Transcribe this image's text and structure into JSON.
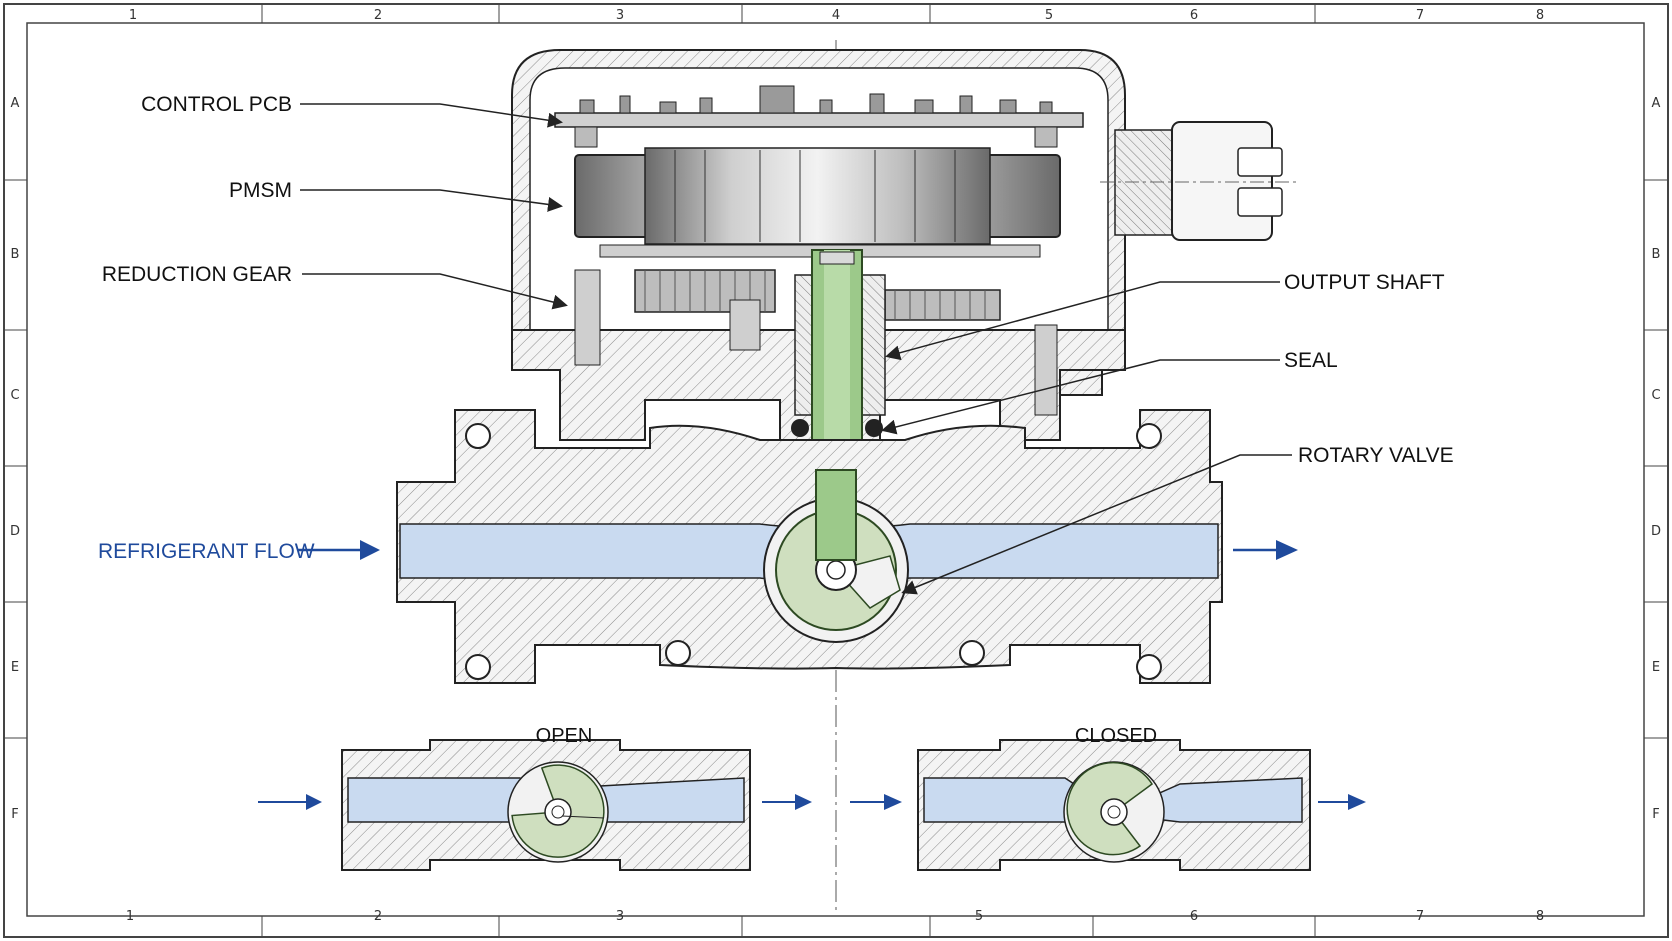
{
  "border": {
    "columns_top": [
      "1",
      "2",
      "3",
      "4",
      "5",
      "6",
      "7",
      "8"
    ],
    "columns_bottom": [
      "1",
      "2",
      "3",
      "",
      "5",
      "6",
      "7",
      "8"
    ],
    "rows": [
      "A",
      "B",
      "C",
      "D",
      "E",
      "F"
    ]
  },
  "labels": {
    "control_pcb": "CONTROL PCB",
    "pmsm": "PMSM",
    "reduction_gear": "REDUCTION GEAR",
    "output_shaft": "OUTPUT SHAFT",
    "seal": "SEAL",
    "rotary_valve": "ROTARY VALVE",
    "refrigerant_flow": "REFRIGERANT FLOW"
  },
  "views": {
    "open": "OPEN",
    "closed": "CLOSED"
  },
  "colors": {
    "flow_arrow": "#1f4a9c",
    "fluid_fill": "#c9daf0",
    "valve_fill": "#cfdfbf",
    "shaft_fill": "#9cc98a",
    "line": "#222222"
  }
}
